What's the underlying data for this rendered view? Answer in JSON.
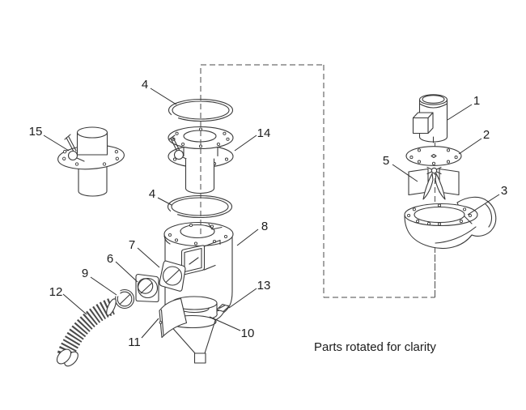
{
  "caption": "Parts rotated for clarity",
  "colors": {
    "background": "#ffffff",
    "line": "#3a3a3a",
    "label_text": "#1c1c1c"
  },
  "callouts": [
    {
      "num": "1",
      "part": "motor"
    },
    {
      "num": "2",
      "part": "motor-mount-plate"
    },
    {
      "num": "3",
      "part": "blower-housing"
    },
    {
      "num": "4",
      "part": "gasket-upper"
    },
    {
      "num": "4",
      "part": "gasket-lower"
    },
    {
      "num": "5",
      "part": "impeller"
    },
    {
      "num": "6",
      "part": "tube-fitting"
    },
    {
      "num": "7",
      "part": "inlet-plate"
    },
    {
      "num": "8",
      "part": "separator-body"
    },
    {
      "num": "9",
      "part": "ring-clamp"
    },
    {
      "num": "10",
      "part": "bottom-recess"
    },
    {
      "num": "11",
      "part": "deflector-plate"
    },
    {
      "num": "12",
      "part": "flex-hose"
    },
    {
      "num": "13",
      "part": "clip"
    },
    {
      "num": "14",
      "part": "flanged-spool"
    },
    {
      "num": "15",
      "part": "inlet-assembly"
    }
  ]
}
